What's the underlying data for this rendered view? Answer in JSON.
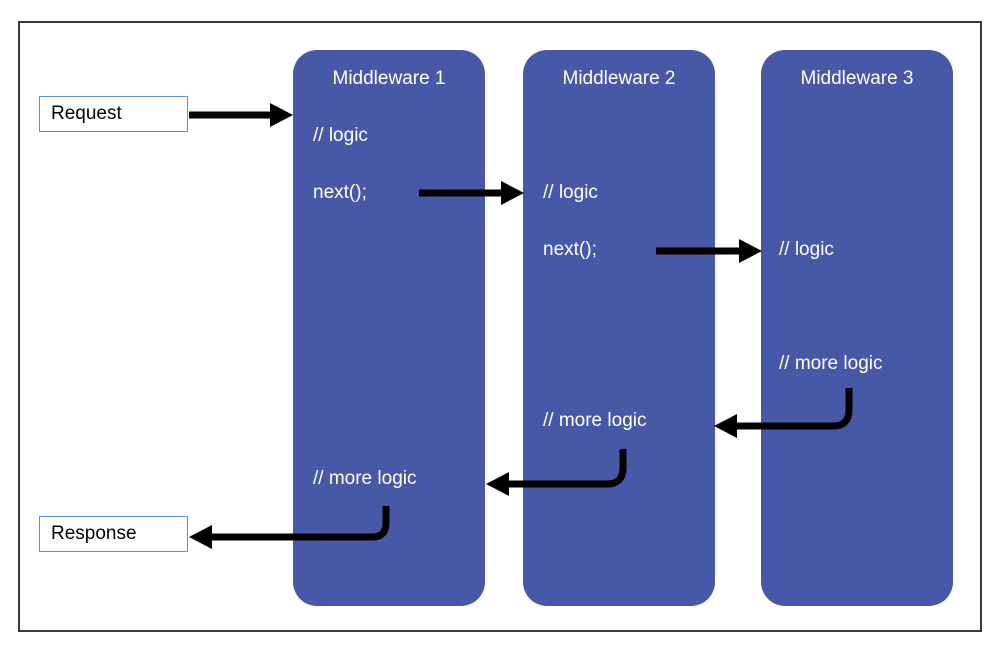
{
  "diagram": {
    "request_label": "Request",
    "response_label": "Response",
    "middlewares": [
      {
        "title": "Middleware 1",
        "logic": "// logic",
        "next": "next();",
        "more_logic": "// more logic"
      },
      {
        "title": "Middleware 2",
        "logic": "// logic",
        "next": "next();",
        "more_logic": "// more logic"
      },
      {
        "title": "Middleware 3",
        "logic": "// logic",
        "more_logic": "// more logic"
      }
    ]
  },
  "colors": {
    "middleware_fill": "#4759a6",
    "arrow": "#000000",
    "io_box_border": "#5b8fd6",
    "frame_border": "#3a3a3a"
  }
}
